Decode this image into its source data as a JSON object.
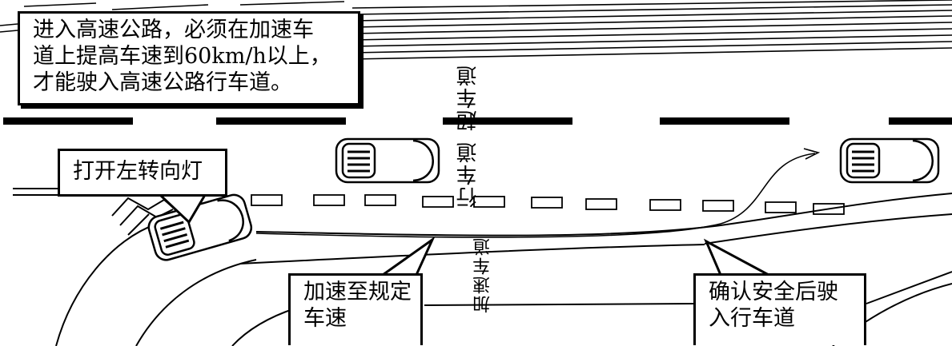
{
  "notes": {
    "intro": "进入高速公路，必须在加速车\n道上提高车速到60km/h以上，\n才能驶入高速公路行车道。",
    "signal": "打开左转向灯",
    "accelerate": "加速至规定\n车速",
    "confirm": "确认安全后驶\n入行车道"
  },
  "lanes": {
    "overtaking": "超车道",
    "driving": "行车道",
    "acceleration": "加速车道"
  }
}
